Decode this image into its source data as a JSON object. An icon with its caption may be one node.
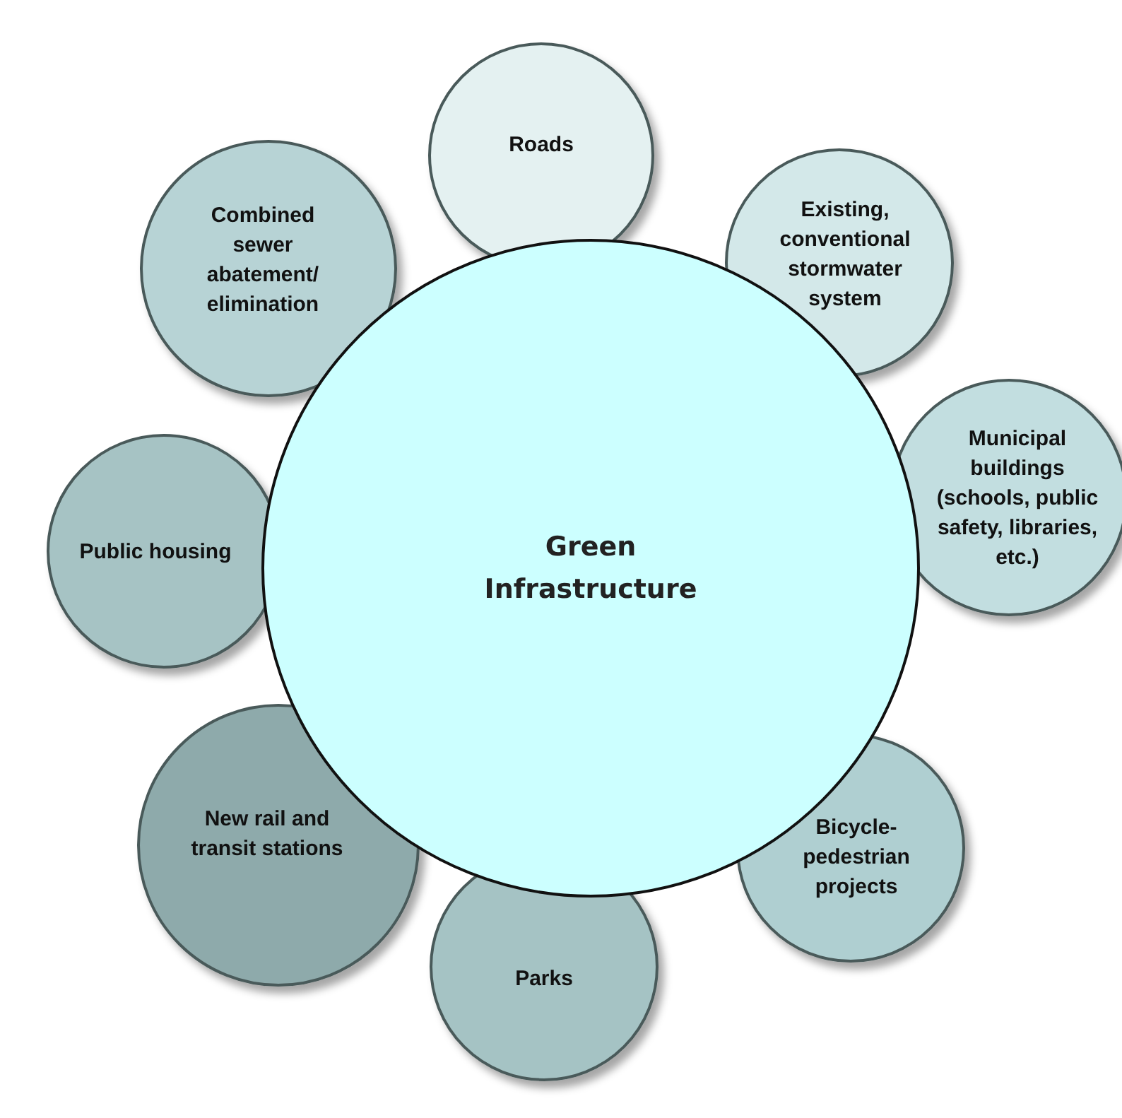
{
  "diagram": {
    "nodes": [
      {
        "text": [
          "Green Infrastructure"
        ]
      },
      {
        "text": [
          "Roads"
        ]
      },
      {
        "text": [
          "Existing, conventional stormwater system"
        ]
      },
      {
        "text": [
          "Municipal buildings (schools, public safety, libraries, etc.)"
        ]
      },
      {
        "text": [
          "Bicycle-pedestrian projects"
        ]
      },
      {
        "text": [
          "Parks"
        ]
      },
      {
        "text": [
          "New rail and transit stations"
        ]
      },
      {
        "text": [
          "Public housing"
        ]
      },
      {
        "text": [
          "Combined sewer abatement/ elimination"
        ]
      }
    ]
  }
}
